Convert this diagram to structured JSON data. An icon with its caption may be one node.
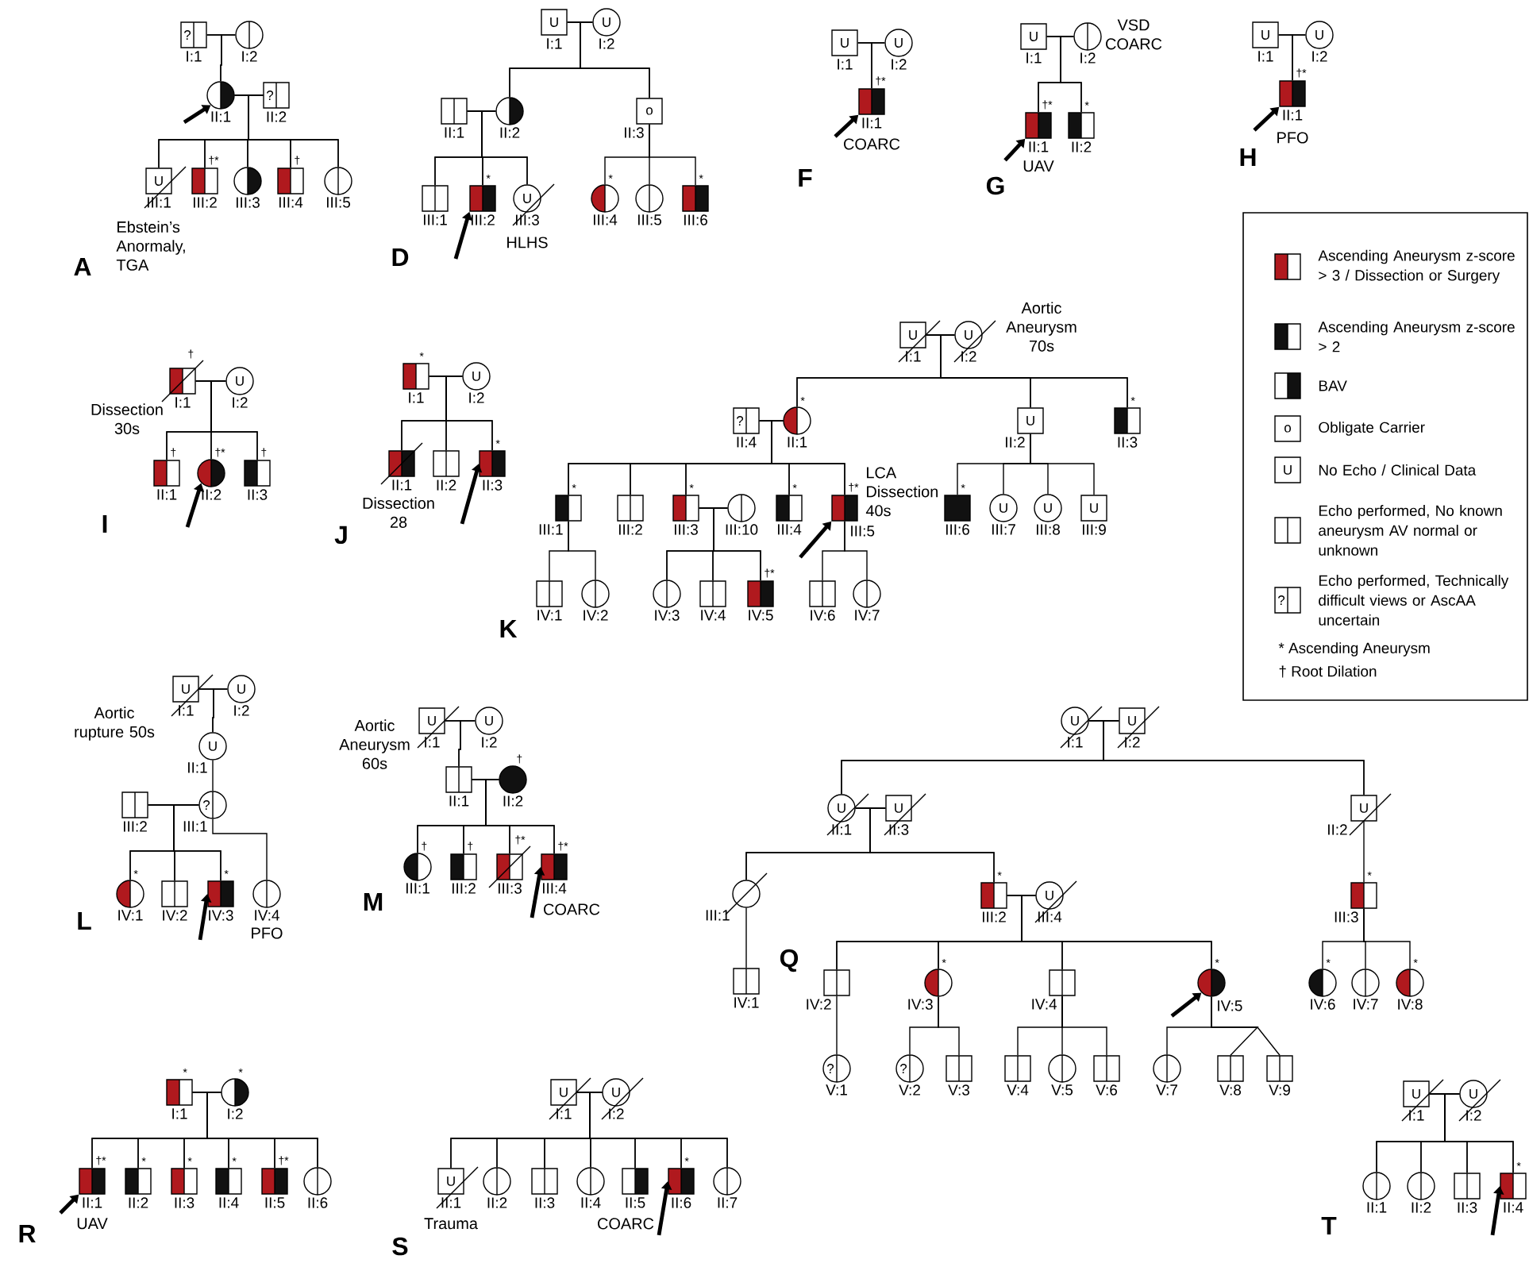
{
  "diagram": {
    "nodes": [
      {
        "text": [
          "?",
          "I:1"
        ]
      },
      {
        "text": [
          "I:2"
        ]
      },
      {
        "text": [
          "II:1"
        ]
      },
      {
        "text": [
          "?",
          "II:2"
        ]
      },
      {
        "text": [
          "U",
          "III:1"
        ],
        "beside": [
          "Ebstein’s Anormaly, TGA"
        ]
      },
      {
        "text": [
          "III:2"
        ],
        "beside": [
          "†*"
        ]
      },
      {
        "text": [
          "III:3"
        ]
      },
      {
        "text": [
          "III:4"
        ],
        "beside": [
          "†"
        ]
      },
      {
        "text": [
          "III:5"
        ]
      },
      {
        "text": [
          "U",
          "I:1"
        ]
      },
      {
        "text": [
          "U",
          "I:2"
        ]
      },
      {
        "text": [
          "II:1"
        ]
      },
      {
        "text": [
          "II:2"
        ]
      },
      {
        "text": [
          "o",
          "II:3"
        ]
      },
      {
        "text": [
          "III:1"
        ]
      },
      {
        "text": [
          "III:2"
        ],
        "beside": [
          "*"
        ]
      },
      {
        "text": [
          "U",
          "III:3"
        ],
        "beside": [
          "HLHS"
        ]
      },
      {
        "text": [
          "III:4"
        ],
        "beside": [
          "*"
        ]
      },
      {
        "text": [
          "III:5"
        ]
      },
      {
        "text": [
          "III:6"
        ],
        "beside": [
          "*"
        ]
      },
      {
        "text": [
          "U",
          "I:1"
        ]
      },
      {
        "text": [
          "U",
          "I:2"
        ]
      },
      {
        "text": [
          "II:1"
        ],
        "beside": [
          "†*",
          "COARC"
        ]
      },
      {
        "text": [
          "U",
          "I:1"
        ]
      },
      {
        "text": [
          "I:2"
        ],
        "beside": [
          "VSD COARC"
        ]
      },
      {
        "text": [
          "II:1"
        ],
        "beside": [
          "†*",
          "UAV"
        ]
      },
      {
        "text": [
          "II:2"
        ],
        "beside": [
          "*"
        ]
      },
      {
        "text": [
          "U",
          "I:1"
        ]
      },
      {
        "text": [
          "U",
          "I:2"
        ]
      },
      {
        "text": [
          "II:1"
        ],
        "beside": [
          "†*",
          "PFO"
        ]
      },
      {
        "text": [
          "I:1"
        ],
        "beside": [
          "†",
          "Dissection 30s"
        ]
      },
      {
        "text": [
          "U",
          "I:2"
        ]
      },
      {
        "text": [
          "II:1"
        ],
        "beside": [
          "†"
        ]
      },
      {
        "text": [
          "II:2"
        ],
        "beside": [
          "†*"
        ]
      },
      {
        "text": [
          "II:3"
        ],
        "beside": [
          "†"
        ]
      },
      {
        "text": [
          "I:1"
        ],
        "beside": [
          "*"
        ]
      },
      {
        "text": [
          "U",
          "I:2"
        ]
      },
      {
        "text": [
          "II:1"
        ],
        "beside": [
          "Dissection 28"
        ]
      },
      {
        "text": [
          "II:2"
        ]
      },
      {
        "text": [
          "II:3"
        ],
        "beside": [
          "*"
        ]
      },
      {
        "text": [
          "U",
          "I:1"
        ]
      },
      {
        "text": [
          "U",
          "I:2"
        ],
        "beside": [
          "Aortic Aneurysm 70s"
        ]
      },
      {
        "text": [
          "?",
          "II:4"
        ]
      },
      {
        "text": [
          "II:1"
        ],
        "beside": [
          "*"
        ]
      },
      {
        "text": [
          "U",
          "II:2"
        ]
      },
      {
        "text": [
          "II:3"
        ],
        "beside": [
          "*"
        ]
      },
      {
        "text": [
          "III:1"
        ],
        "beside": [
          "*"
        ]
      },
      {
        "text": [
          "III:2"
        ]
      },
      {
        "text": [
          "III:3"
        ],
        "beside": [
          "*"
        ]
      },
      {
        "text": [
          "III:10"
        ]
      },
      {
        "text": [
          "III:4"
        ],
        "beside": [
          "*"
        ]
      },
      {
        "text": [
          "III:5"
        ],
        "beside": [
          "†*",
          "LCA Dissection 40s"
        ]
      },
      {
        "text": [
          "III:6"
        ],
        "beside": [
          "*"
        ]
      },
      {
        "text": [
          "U",
          "III:7"
        ]
      },
      {
        "text": [
          "U",
          "III:8"
        ]
      },
      {
        "text": [
          "U",
          "III:9"
        ]
      },
      {
        "text": [
          "IV:1"
        ]
      },
      {
        "text": [
          "IV:2"
        ]
      },
      {
        "text": [
          "IV:3"
        ]
      },
      {
        "text": [
          "IV:4"
        ]
      },
      {
        "text": [
          "IV:5"
        ],
        "beside": [
          "†*"
        ]
      },
      {
        "text": [
          "IV:6"
        ]
      },
      {
        "text": [
          "IV:7"
        ]
      },
      {
        "text": [
          "U",
          "I:1"
        ],
        "beside": [
          "Aortic rupture 50s"
        ]
      },
      {
        "text": [
          "U",
          "I:2"
        ]
      },
      {
        "text": [
          "U",
          "II:1"
        ]
      },
      {
        "text": [
          "III:2"
        ]
      },
      {
        "text": [
          "?",
          "III:1"
        ]
      },
      {
        "text": [
          "IV:1"
        ],
        "beside": [
          "*"
        ]
      },
      {
        "text": [
          "IV:2"
        ]
      },
      {
        "text": [
          "IV:3"
        ],
        "beside": [
          "*"
        ]
      },
      {
        "text": [
          "IV:4"
        ],
        "beside": [
          "PFO"
        ]
      },
      {
        "text": [
          "U",
          "I:1"
        ],
        "beside": [
          "Aortic Aneurysm 60s"
        ]
      },
      {
        "text": [
          "U",
          "I:2"
        ]
      },
      {
        "text": [
          "II:1"
        ]
      },
      {
        "text": [
          "II:2"
        ],
        "beside": [
          "†"
        ]
      },
      {
        "text": [
          "III:1"
        ],
        "beside": [
          "†"
        ]
      },
      {
        "text": [
          "III:2"
        ],
        "beside": [
          "†"
        ]
      },
      {
        "text": [
          "III:3"
        ],
        "beside": [
          "†*"
        ]
      },
      {
        "text": [
          "III:4"
        ],
        "beside": [
          "†*",
          "COARC"
        ]
      },
      {
        "text": [
          "U",
          "I:1"
        ]
      },
      {
        "text": [
          "U",
          "I:2"
        ]
      },
      {
        "text": [
          "U",
          "II:1"
        ]
      },
      {
        "text": [
          "U",
          "II:3"
        ]
      },
      {
        "text": [
          "U",
          "II:2"
        ]
      },
      {
        "text": [
          "III:1"
        ]
      },
      {
        "text": [
          "III:2"
        ],
        "beside": [
          "*"
        ]
      },
      {
        "text": [
          "U",
          "III:4"
        ]
      },
      {
        "text": [
          "III:3"
        ],
        "beside": [
          "*"
        ]
      },
      {
        "text": [
          "IV:1"
        ]
      },
      {
        "text": [
          "IV:2"
        ]
      },
      {
        "text": [
          "IV:3"
        ],
        "beside": [
          "*"
        ]
      },
      {
        "text": [
          "IV:4"
        ]
      },
      {
        "text": [
          "IV:5"
        ],
        "beside": [
          "*"
        ]
      },
      {
        "text": [
          "IV:6"
        ],
        "beside": [
          "*"
        ]
      },
      {
        "text": [
          "IV:7"
        ]
      },
      {
        "text": [
          "IV:8"
        ],
        "beside": [
          "*"
        ]
      },
      {
        "text": [
          "?",
          "V:1"
        ]
      },
      {
        "text": [
          "?",
          "V:2"
        ]
      },
      {
        "text": [
          "V:3"
        ]
      },
      {
        "text": [
          "V:4"
        ]
      },
      {
        "text": [
          "V:5"
        ]
      },
      {
        "text": [
          "V:6"
        ]
      },
      {
        "text": [
          "V:7"
        ]
      },
      {
        "text": [
          "V:8"
        ]
      },
      {
        "text": [
          "V:9"
        ]
      },
      {
        "text": [
          "I:1"
        ],
        "beside": [
          "*"
        ]
      },
      {
        "text": [
          "I:2"
        ],
        "beside": [
          "*"
        ]
      },
      {
        "text": [
          "II:1"
        ],
        "beside": [
          "†*",
          "UAV"
        ]
      },
      {
        "text": [
          "II:2"
        ],
        "beside": [
          "*"
        ]
      },
      {
        "text": [
          "II:3"
        ],
        "beside": [
          "*"
        ]
      },
      {
        "text": [
          "II:4"
        ],
        "beside": [
          "*"
        ]
      },
      {
        "text": [
          "II:5"
        ],
        "beside": [
          "†*"
        ]
      },
      {
        "text": [
          "II:6"
        ]
      },
      {
        "text": [
          "U",
          "I:1"
        ]
      },
      {
        "text": [
          "U",
          "I:2"
        ]
      },
      {
        "text": [
          "U",
          "II:1"
        ],
        "beside": [
          "Trauma"
        ]
      },
      {
        "text": [
          "II:2"
        ]
      },
      {
        "text": [
          "II:3"
        ]
      },
      {
        "text": [
          "II:4"
        ]
      },
      {
        "text": [
          "II:5"
        ]
      },
      {
        "text": [
          "II:6"
        ],
        "beside": [
          "*",
          "COARC"
        ]
      },
      {
        "text": [
          "II:7"
        ]
      },
      {
        "text": [
          "U",
          "I:1"
        ]
      },
      {
        "text": [
          "U",
          "I:2"
        ]
      },
      {
        "text": [
          "II:1"
        ]
      },
      {
        "text": [
          "II:2"
        ]
      },
      {
        "text": [
          "II:3"
        ]
      },
      {
        "text": [
          "II:4"
        ],
        "beside": [
          "*"
        ]
      }
    ],
    "edges": [
      {
        "from": 0,
        "to": 1,
        "arrow": "none"
      },
      {
        "from": 0,
        "to": 2,
        "arrow": "none"
      },
      {
        "from": 1,
        "to": 2,
        "arrow": "none"
      },
      {
        "from": 2,
        "to": 3,
        "arrow": "none"
      },
      {
        "from": 2,
        "to": 4,
        "arrow": "none"
      },
      {
        "from": 2,
        "to": 5,
        "arrow": "none"
      },
      {
        "from": 2,
        "to": 6,
        "arrow": "none"
      },
      {
        "from": 2,
        "to": 7,
        "arrow": "none"
      },
      {
        "from": 2,
        "to": 8,
        "arrow": "none"
      },
      {
        "from": 3,
        "to": 4,
        "arrow": "none"
      },
      {
        "from": 3,
        "to": 5,
        "arrow": "none"
      },
      {
        "from": 3,
        "to": 6,
        "arrow": "none"
      },
      {
        "from": 3,
        "to": 7,
        "arrow": "none"
      },
      {
        "from": 3,
        "to": 8,
        "arrow": "none"
      },
      {
        "from": null,
        "to": 2,
        "arrow": "to",
        "style": "thick"
      },
      {
        "from": 9,
        "to": 10,
        "arrow": "none"
      },
      {
        "from": 9,
        "to": 12,
        "arrow": "none"
      },
      {
        "from": 9,
        "to": 13,
        "arrow": "none"
      },
      {
        "from": 10,
        "to": 12,
        "arrow": "none"
      },
      {
        "from": 10,
        "to": 13,
        "arrow": "none"
      },
      {
        "from": 11,
        "to": 12,
        "arrow": "none"
      },
      {
        "from": 11,
        "to": 14,
        "arrow": "none"
      },
      {
        "from": 11,
        "to": 15,
        "arrow": "none"
      },
      {
        "from": 11,
        "to": 16,
        "arrow": "none"
      },
      {
        "from": 12,
        "to": 14,
        "arrow": "none"
      },
      {
        "from": 12,
        "to": 15,
        "arrow": "none"
      },
      {
        "from": 12,
        "to": 16,
        "arrow": "none"
      },
      {
        "from": 13,
        "to": 17,
        "arrow": "none"
      },
      {
        "from": 13,
        "to": 18,
        "arrow": "none"
      },
      {
        "from": 13,
        "to": 19,
        "arrow": "none"
      },
      {
        "from": null,
        "to": 15,
        "arrow": "to",
        "style": "thick"
      },
      {
        "from": 20,
        "to": 21,
        "arrow": "none"
      },
      {
        "from": 20,
        "to": 22,
        "arrow": "none"
      },
      {
        "from": 21,
        "to": 22,
        "arrow": "none"
      },
      {
        "from": null,
        "to": 22,
        "arrow": "to",
        "style": "thick"
      },
      {
        "from": 23,
        "to": 24,
        "arrow": "none"
      },
      {
        "from": 23,
        "to": 25,
        "arrow": "none"
      },
      {
        "from": 23,
        "to": 26,
        "arrow": "none"
      },
      {
        "from": 24,
        "to": 25,
        "arrow": "none"
      },
      {
        "from": 24,
        "to": 26,
        "arrow": "none"
      },
      {
        "from": null,
        "to": 25,
        "arrow": "to",
        "style": "thick"
      },
      {
        "from": 27,
        "to": 28,
        "arrow": "none"
      },
      {
        "from": 27,
        "to": 29,
        "arrow": "none"
      },
      {
        "from": 28,
        "to": 29,
        "arrow": "none"
      },
      {
        "from": null,
        "to": 29,
        "arrow": "to",
        "style": "thick"
      },
      {
        "from": 30,
        "to": 31,
        "arrow": "none"
      },
      {
        "from": 30,
        "to": 32,
        "arrow": "none"
      },
      {
        "from": 30,
        "to": 33,
        "arrow": "none"
      },
      {
        "from": 30,
        "to": 34,
        "arrow": "none"
      },
      {
        "from": 31,
        "to": 32,
        "arrow": "none"
      },
      {
        "from": 31,
        "to": 33,
        "arrow": "none"
      },
      {
        "from": 31,
        "to": 34,
        "arrow": "none"
      },
      {
        "from": null,
        "to": 33,
        "arrow": "to",
        "style": "thick"
      },
      {
        "from": 35,
        "to": 36,
        "arrow": "none"
      },
      {
        "from": 35,
        "to": 37,
        "arrow": "none"
      },
      {
        "from": 35,
        "to": 38,
        "arrow": "none"
      },
      {
        "from": 35,
        "to": 39,
        "arrow": "none"
      },
      {
        "from": 36,
        "to": 37,
        "arrow": "none"
      },
      {
        "from": 36,
        "to": 38,
        "arrow": "none"
      },
      {
        "from": 36,
        "to": 39,
        "arrow": "none"
      },
      {
        "from": null,
        "to": 39,
        "arrow": "to",
        "style": "thick"
      },
      {
        "from": 40,
        "to": 41,
        "arrow": "none"
      },
      {
        "from": 40,
        "to": 43,
        "arrow": "none"
      },
      {
        "from": 40,
        "to": 44,
        "arrow": "none"
      },
      {
        "from": 40,
        "to": 45,
        "arrow": "none"
      },
      {
        "from": 41,
        "to": 43,
        "arrow": "none"
      },
      {
        "from": 41,
        "to": 44,
        "arrow": "none"
      },
      {
        "from": 41,
        "to": 45,
        "arrow": "none"
      },
      {
        "from": 42,
        "to": 43,
        "arrow": "none"
      },
      {
        "from": 42,
        "to": 46,
        "arrow": "none"
      },
      {
        "from": 42,
        "to": 47,
        "arrow": "none"
      },
      {
        "from": 42,
        "to": 48,
        "arrow": "none"
      },
      {
        "from": 42,
        "to": 50,
        "arrow": "none"
      },
      {
        "from": 42,
        "to": 51,
        "arrow": "none"
      },
      {
        "from": 43,
        "to": 46,
        "arrow": "none"
      },
      {
        "from": 43,
        "to": 47,
        "arrow": "none"
      },
      {
        "from": 43,
        "to": 48,
        "arrow": "none"
      },
      {
        "from": 43,
        "to": 50,
        "arrow": "none"
      },
      {
        "from": 43,
        "to": 51,
        "arrow": "none"
      },
      {
        "from": 44,
        "to": 52,
        "arrow": "none"
      },
      {
        "from": 44,
        "to": 53,
        "arrow": "none"
      },
      {
        "from": 44,
        "to": 54,
        "arrow": "none"
      },
      {
        "from": 44,
        "to": 55,
        "arrow": "none"
      },
      {
        "from": 48,
        "to": 49,
        "arrow": "none"
      },
      {
        "from": 46,
        "to": 56,
        "arrow": "none"
      },
      {
        "from": 46,
        "to": 57,
        "arrow": "none"
      },
      {
        "from": 48,
        "to": 58,
        "arrow": "none"
      },
      {
        "from": 48,
        "to": 59,
        "arrow": "none"
      },
      {
        "from": 48,
        "to": 60,
        "arrow": "none"
      },
      {
        "from": 49,
        "to": 58,
        "arrow": "none"
      },
      {
        "from": 49,
        "to": 59,
        "arrow": "none"
      },
      {
        "from": 49,
        "to": 60,
        "arrow": "none"
      },
      {
        "from": 51,
        "to": 61,
        "arrow": "none"
      },
      {
        "from": 51,
        "to": 62,
        "arrow": "none"
      },
      {
        "from": null,
        "to": 51,
        "arrow": "to",
        "style": "thick"
      },
      {
        "from": 63,
        "to": 64,
        "arrow": "none"
      },
      {
        "from": 63,
        "to": 65,
        "arrow": "none"
      },
      {
        "from": 64,
        "to": 65,
        "arrow": "none"
      },
      {
        "from": 65,
        "to": 67,
        "arrow": "none"
      },
      {
        "from": 66,
        "to": 67,
        "arrow": "none"
      },
      {
        "from": 66,
        "to": 68,
        "arrow": "none"
      },
      {
        "from": 66,
        "to": 69,
        "arrow": "none"
      },
      {
        "from": 66,
        "to": 70,
        "arrow": "none"
      },
      {
        "from": 67,
        "to": 68,
        "arrow": "none"
      },
      {
        "from": 67,
        "to": 69,
        "arrow": "none"
      },
      {
        "from": 67,
        "to": 70,
        "arrow": "none"
      },
      {
        "from": 67,
        "to": 71,
        "arrow": "none"
      },
      {
        "from": null,
        "to": 70,
        "arrow": "to",
        "style": "thick"
      },
      {
        "from": 72,
        "to": 73,
        "arrow": "none"
      },
      {
        "from": 72,
        "to": 74,
        "arrow": "none"
      },
      {
        "from": 73,
        "to": 74,
        "arrow": "none"
      },
      {
        "from": 74,
        "to": 75,
        "arrow": "none"
      },
      {
        "from": 74,
        "to": 76,
        "arrow": "none"
      },
      {
        "from": 74,
        "to": 77,
        "arrow": "none"
      },
      {
        "from": 74,
        "to": 78,
        "arrow": "none"
      },
      {
        "from": 74,
        "to": 79,
        "arrow": "none"
      },
      {
        "from": 75,
        "to": 76,
        "arrow": "none"
      },
      {
        "from": 75,
        "to": 77,
        "arrow": "none"
      },
      {
        "from": 75,
        "to": 78,
        "arrow": "none"
      },
      {
        "from": 75,
        "to": 79,
        "arrow": "none"
      },
      {
        "from": null,
        "to": 79,
        "arrow": "to",
        "style": "thick"
      },
      {
        "from": 80,
        "to": 81,
        "arrow": "none"
      },
      {
        "from": 80,
        "to": 82,
        "arrow": "none"
      },
      {
        "from": 80,
        "to": 84,
        "arrow": "none"
      },
      {
        "from": 81,
        "to": 82,
        "arrow": "none"
      },
      {
        "from": 81,
        "to": 84,
        "arrow": "none"
      },
      {
        "from": 82,
        "to": 83,
        "arrow": "none"
      },
      {
        "from": 82,
        "to": 85,
        "arrow": "none"
      },
      {
        "from": 82,
        "to": 86,
        "arrow": "none"
      },
      {
        "from": 83,
        "to": 85,
        "arrow": "none"
      },
      {
        "from": 83,
        "to": 86,
        "arrow": "none"
      },
      {
        "from": 84,
        "to": 88,
        "arrow": "none"
      },
      {
        "from": 86,
        "to": 87,
        "arrow": "none"
      },
      {
        "from": 86,
        "to": 90,
        "arrow": "none"
      },
      {
        "from": 86,
        "to": 91,
        "arrow": "none"
      },
      {
        "from": 86,
        "to": 92,
        "arrow": "none"
      },
      {
        "from": 86,
        "to": 93,
        "arrow": "none"
      },
      {
        "from": 87,
        "to": 90,
        "arrow": "none"
      },
      {
        "from": 87,
        "to": 91,
        "arrow": "none"
      },
      {
        "from": 87,
        "to": 92,
        "arrow": "none"
      },
      {
        "from": 87,
        "to": 93,
        "arrow": "none"
      },
      {
        "from": 85,
        "to": 89,
        "arrow": "none"
      },
      {
        "from": 88,
        "to": 94,
        "arrow": "none"
      },
      {
        "from": 88,
        "to": 95,
        "arrow": "none"
      },
      {
        "from": 88,
        "to": 96,
        "arrow": "none"
      },
      {
        "from": 90,
        "to": 97,
        "arrow": "none"
      },
      {
        "from": 91,
        "to": 98,
        "arrow": "none"
      },
      {
        "from": 91,
        "to": 99,
        "arrow": "none"
      },
      {
        "from": 92,
        "to": 100,
        "arrow": "none"
      },
      {
        "from": 92,
        "to": 101,
        "arrow": "none"
      },
      {
        "from": 92,
        "to": 102,
        "arrow": "none"
      },
      {
        "from": 93,
        "to": 103,
        "arrow": "none"
      },
      {
        "from": 93,
        "to": 104,
        "arrow": "none"
      },
      {
        "from": 93,
        "to": 105,
        "arrow": "none"
      },
      {
        "from": null,
        "to": 93,
        "arrow": "to",
        "style": "thick"
      },
      {
        "from": 106,
        "to": 107,
        "arrow": "none"
      },
      {
        "from": 106,
        "to": 108,
        "arrow": "none"
      },
      {
        "from": 106,
        "to": 109,
        "arrow": "none"
      },
      {
        "from": 106,
        "to": 110,
        "arrow": "none"
      },
      {
        "from": 106,
        "to": 111,
        "arrow": "none"
      },
      {
        "from": 106,
        "to": 112,
        "arrow": "none"
      },
      {
        "from": 106,
        "to": 113,
        "arrow": "none"
      },
      {
        "from": 107,
        "to": 108,
        "arrow": "none"
      },
      {
        "from": 107,
        "to": 109,
        "arrow": "none"
      },
      {
        "from": 107,
        "to": 110,
        "arrow": "none"
      },
      {
        "from": 107,
        "to": 111,
        "arrow": "none"
      },
      {
        "from": 107,
        "to": 112,
        "arrow": "none"
      },
      {
        "from": 107,
        "to": 113,
        "arrow": "none"
      },
      {
        "from": null,
        "to": 108,
        "arrow": "to",
        "style": "thick"
      },
      {
        "from": 114,
        "to": 115,
        "arrow": "none"
      },
      {
        "from": 114,
        "to": 116,
        "arrow": "none"
      },
      {
        "from": 114,
        "to": 117,
        "arrow": "none"
      },
      {
        "from": 114,
        "to": 118,
        "arrow": "none"
      },
      {
        "from": 114,
        "to": 119,
        "arrow": "none"
      },
      {
        "from": 114,
        "to": 120,
        "arrow": "none"
      },
      {
        "from": 114,
        "to": 121,
        "arrow": "none"
      },
      {
        "from": 114,
        "to": 122,
        "arrow": "none"
      },
      {
        "from": 115,
        "to": 116,
        "arrow": "none"
      },
      {
        "from": 115,
        "to": 117,
        "arrow": "none"
      },
      {
        "from": 115,
        "to": 118,
        "arrow": "none"
      },
      {
        "from": 115,
        "to": 119,
        "arrow": "none"
      },
      {
        "from": 115,
        "to": 120,
        "arrow": "none"
      },
      {
        "from": 115,
        "to": 121,
        "arrow": "none"
      },
      {
        "from": 115,
        "to": 122,
        "arrow": "none"
      },
      {
        "from": null,
        "to": 121,
        "arrow": "to",
        "style": "thick"
      },
      {
        "from": 123,
        "to": 124,
        "arrow": "none"
      },
      {
        "from": 123,
        "to": 125,
        "arrow": "none"
      },
      {
        "from": 123,
        "to": 126,
        "arrow": "none"
      },
      {
        "from": 123,
        "to": 127,
        "arrow": "none"
      },
      {
        "from": 123,
        "to": 128,
        "arrow": "none"
      },
      {
        "from": 124,
        "to": 125,
        "arrow": "none"
      },
      {
        "from": 124,
        "to": 126,
        "arrow": "none"
      },
      {
        "from": 124,
        "to": 127,
        "arrow": "none"
      },
      {
        "from": 124,
        "to": 128,
        "arrow": "none"
      },
      {
        "from": null,
        "to": 128,
        "arrow": "to",
        "style": "thick"
      }
    ],
    "labels": [
      "A",
      "D",
      "F",
      "G",
      "H",
      "I",
      "J",
      "K",
      "L",
      "M",
      "Q",
      "R",
      "S",
      "T",
      "o",
      "U",
      "?"
    ],
    "legend": [
      {
        "text": "Ascending Aneurysm z-score > 3 / Dissection or Surgery"
      },
      {
        "text": "Ascending Aneurysm z-score > 2"
      },
      {
        "text": "BAV"
      },
      {
        "text": "Obligate Carrier"
      },
      {
        "text": "No Echo / Clinical Data"
      },
      {
        "text": "Echo performed, No known aneurysm AV normal or unknown"
      },
      {
        "text": "Echo performed, Technically difficult views or AscAA uncertain"
      },
      {
        "text": "* Ascending Aneurysm"
      },
      {
        "text": "† Root Dilation"
      }
    ]
  }
}
